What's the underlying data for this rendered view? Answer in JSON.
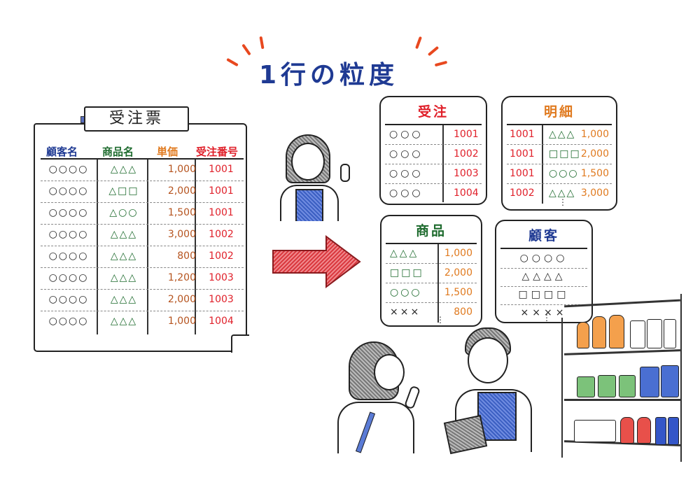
{
  "title": "1行の粒度",
  "colors": {
    "title": "#1f3a93",
    "burst": "#e8481f",
    "customer": "#1f3a93",
    "product": "#1e6b2e",
    "price": "#e07a1f",
    "order": "#e0202a",
    "arrow": "#d9363c"
  },
  "order_slip": {
    "label": "受注票",
    "headers": [
      "顧客名",
      "商品名",
      "単価",
      "受注番号"
    ],
    "rows": [
      [
        "○○○○",
        "△△△",
        "1,000",
        "1001"
      ],
      [
        "○○○○",
        "△□□",
        "2,000",
        "1001"
      ],
      [
        "○○○○",
        "△○○",
        "1,500",
        "1001"
      ],
      [
        "○○○○",
        "△△△",
        "3,000",
        "1002"
      ],
      [
        "○○○○",
        "△△△",
        "800",
        "1002"
      ],
      [
        "○○○○",
        "△△△",
        "1,200",
        "1003"
      ],
      [
        "○○○○",
        "△△△",
        "2,000",
        "1003"
      ],
      [
        "○○○○",
        "△△△",
        "1,000",
        "1004"
      ]
    ]
  },
  "tables": {
    "order": {
      "title": "受注",
      "rows": [
        [
          "○○○",
          "1001"
        ],
        [
          "○○○",
          "1002"
        ],
        [
          "○○○",
          "1003"
        ],
        [
          "○○○",
          "1004"
        ]
      ]
    },
    "detail": {
      "title": "明細",
      "rows": [
        [
          "1001",
          "△△△",
          "1,000"
        ],
        [
          "1001",
          "□□□",
          "2,000"
        ],
        [
          "1001",
          "○○○",
          "1,500"
        ],
        [
          "1002",
          "△△△",
          "3,000"
        ]
      ],
      "more": "⋮"
    },
    "product": {
      "title": "商品",
      "rows": [
        [
          "△△△",
          "1,000"
        ],
        [
          "□□□",
          "2,000"
        ],
        [
          "○○○",
          "1,500"
        ],
        [
          "×××",
          "800"
        ]
      ],
      "more": "⋮"
    },
    "customer": {
      "title": "顧客",
      "rows": [
        "○○○○",
        "△△△△",
        "□□□□",
        "××××"
      ],
      "more": "⋮"
    }
  }
}
